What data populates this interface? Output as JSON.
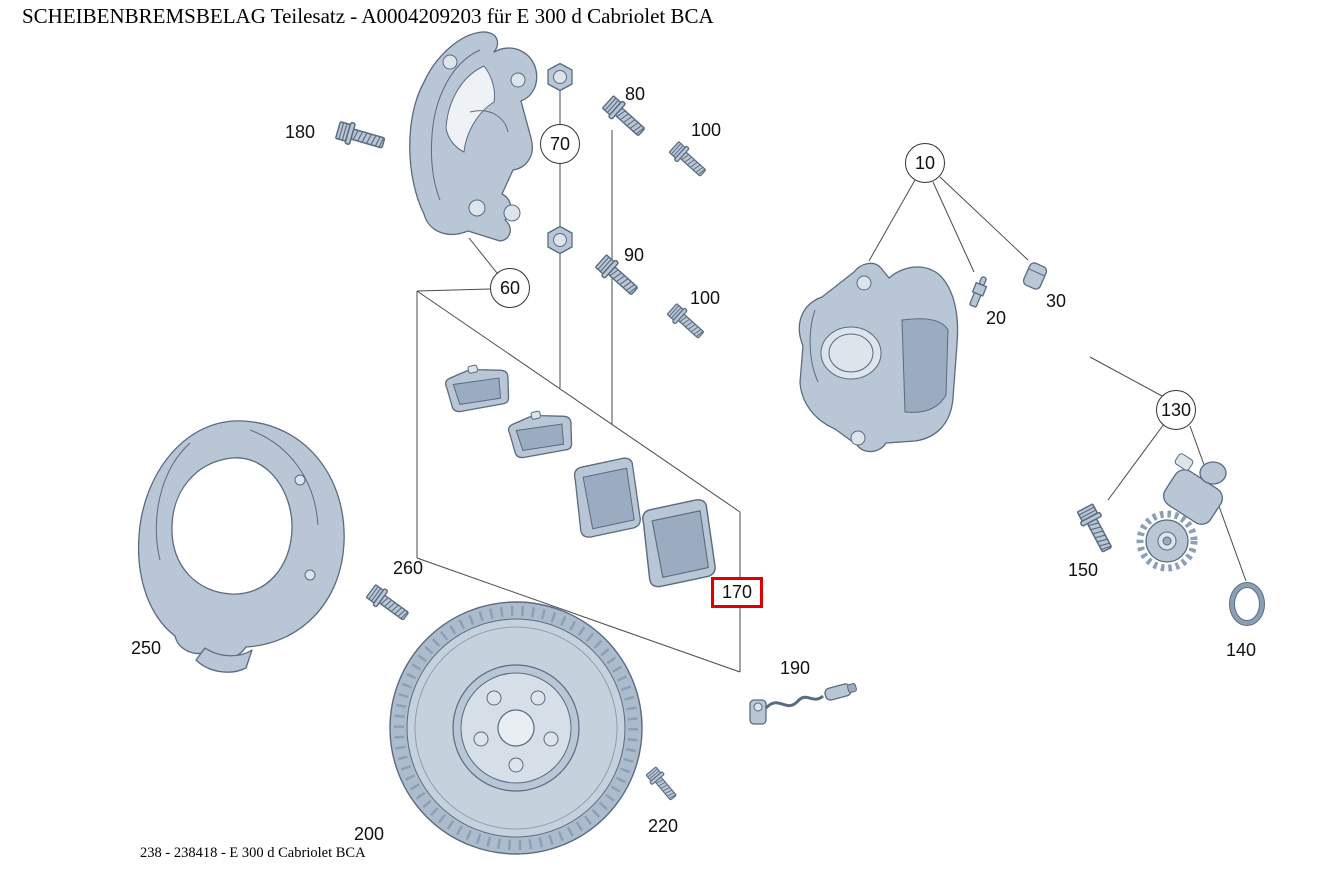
{
  "header": {
    "title": "SCHEIBENBREMSBELAG Teilesatz - A0004209203 für E 300 d Cabriolet BCA"
  },
  "footer": {
    "caption": "238 - 238418 - E 300 d Cabriolet BCA"
  },
  "diagram": {
    "highlight_color": "#e10000",
    "callouts": {
      "c10": "10",
      "c60": "60",
      "c70": "70",
      "c130": "130"
    },
    "labels": {
      "l20": "20",
      "l30": "30",
      "l80": "80",
      "l90": "90",
      "l100a": "100",
      "l100b": "100",
      "l140": "140",
      "l150": "150",
      "l170": "170",
      "l180": "180",
      "l190": "190",
      "l200": "200",
      "l220": "220",
      "l250": "250",
      "l260": "260"
    }
  }
}
